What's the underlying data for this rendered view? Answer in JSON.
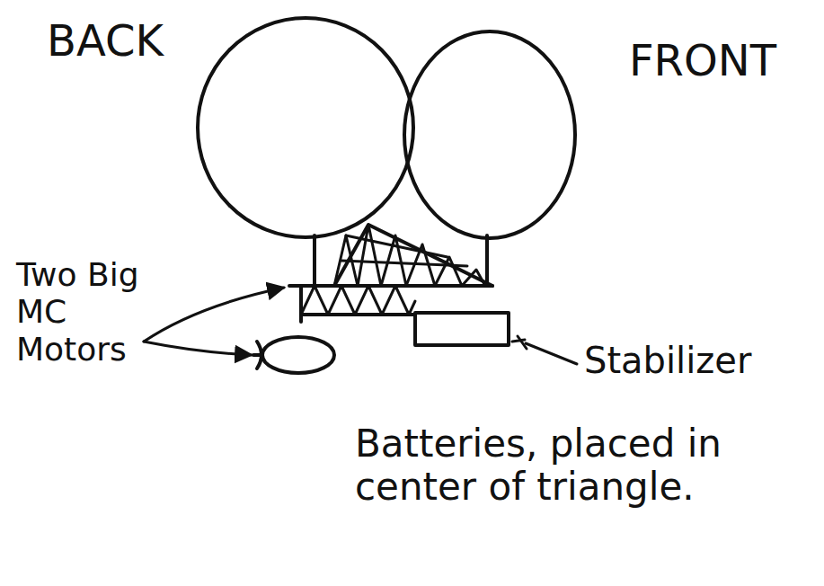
{
  "diagram": {
    "labels": [
      "BACK",
      "FRONT",
      "Two Big MC Motors",
      "Stabilizer",
      "Batteries, placed in center of triangle."
    ]
  }
}
